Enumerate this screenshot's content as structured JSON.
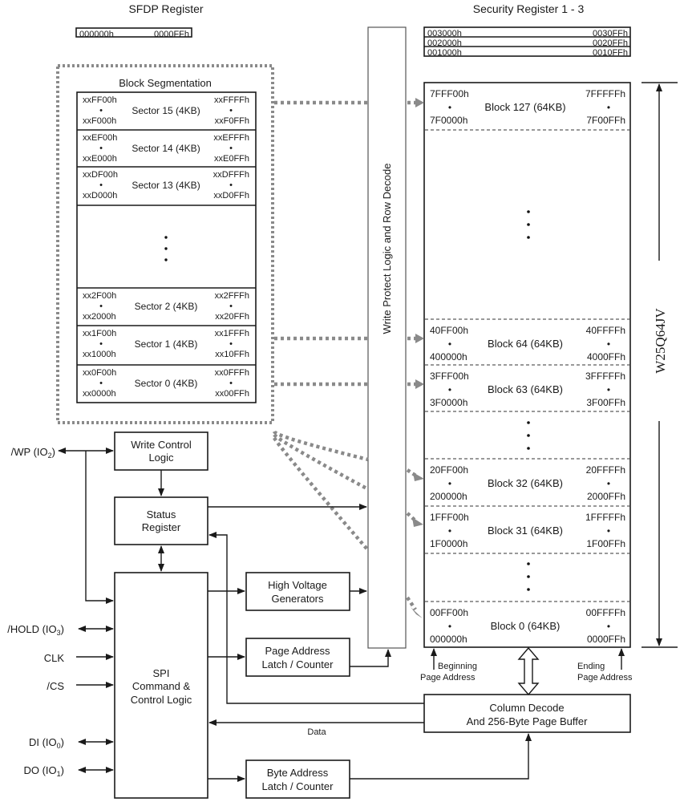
{
  "sfdp": {
    "title": "SFDP Register",
    "start": "000000h",
    "end": "0000FFh"
  },
  "security": {
    "title": "Security Register 1 - 3",
    "rows": [
      {
        "start": "003000h",
        "end": "0030FFh"
      },
      {
        "start": "002000h",
        "end": "0020FFh"
      },
      {
        "start": "001000h",
        "end": "0010FFh"
      }
    ]
  },
  "block_segmentation": {
    "title": "Block Segmentation",
    "sectors": [
      {
        "label": "Sector 15 (4KB)",
        "tl": "xxFF00h",
        "bl": "xxF000h",
        "tr": "xxFFFFh",
        "br": "xxF0FFh"
      },
      {
        "label": "Sector 14 (4KB)",
        "tl": "xxEF00h",
        "bl": "xxE000h",
        "tr": "xxEFFFh",
        "br": "xxE0FFh"
      },
      {
        "label": "Sector 13 (4KB)",
        "tl": "xxDF00h",
        "bl": "xxD000h",
        "tr": "xxDFFFh",
        "br": "xxD0FFh"
      },
      {
        "label": "Sector 2 (4KB)",
        "tl": "xx2F00h",
        "bl": "xx2000h",
        "tr": "xx2FFFh",
        "br": "xx20FFh"
      },
      {
        "label": "Sector 1 (4KB)",
        "tl": "xx1F00h",
        "bl": "xx1000h",
        "tr": "xx1FFFh",
        "br": "xx10FFh"
      },
      {
        "label": "Sector 0 (4KB)",
        "tl": "xx0F00h",
        "bl": "xx0000h",
        "tr": "xx0FFFh",
        "br": "xx00FFh"
      }
    ],
    "bullet": "•"
  },
  "memory_array": {
    "chip_name": "W25Q64JV",
    "blocks": [
      {
        "label": "Block 127 (64KB)",
        "tl": "7FFF00h",
        "bl": "7F0000h",
        "tr": "7FFFFFh",
        "br": "7F00FFh"
      },
      {
        "label": "Block 64 (64KB)",
        "tl": "40FF00h",
        "bl": "400000h",
        "tr": "40FFFFh",
        "br": "4000FFh"
      },
      {
        "label": "Block 63 (64KB)",
        "tl": "3FFF00h",
        "bl": "3F0000h",
        "tr": "3FFFFFh",
        "br": "3F00FFh"
      },
      {
        "label": "Block 32 (64KB)",
        "tl": "20FF00h",
        "bl": "200000h",
        "tr": "20FFFFh",
        "br": "2000FFh"
      },
      {
        "label": "Block 31 (64KB)",
        "tl": "1FFF00h",
        "bl": "1F0000h",
        "tr": "1FFFFFh",
        "br": "1F00FFh"
      },
      {
        "label": "Block 0 (64KB)",
        "tl": "00FF00h",
        "bl": "000000h",
        "tr": "00FFFFh",
        "br": "0000FFh"
      }
    ],
    "beginning_page_address": [
      "Beginning",
      "Page Address"
    ],
    "ending_page_address": [
      "Ending",
      "Page Address"
    ]
  },
  "row_decode": {
    "label": "Write Protect Logic and Row Decode"
  },
  "blocks": {
    "write_control": [
      "Write Control",
      "Logic"
    ],
    "status_register": [
      "Status",
      "Register"
    ],
    "spi_control": [
      "SPI",
      "Command &",
      "Control Logic"
    ],
    "high_voltage": [
      "High Voltage",
      "Generators"
    ],
    "page_address_latch": [
      "Page Address",
      "Latch / Counter"
    ],
    "byte_address_latch": [
      "Byte Address",
      "Latch / Counter"
    ],
    "column_decode": [
      "Column Decode",
      "And 256-Byte Page Buffer"
    ]
  },
  "pins": {
    "wp": {
      "name": "/WP (IO",
      "sub": "2",
      "close": ")"
    },
    "hold": {
      "name": "/HOLD (IO",
      "sub": "3",
      "close": ")"
    },
    "clk": {
      "name": "CLK"
    },
    "cs": {
      "name": "/CS"
    },
    "di": {
      "name": "DI (IO",
      "sub": "0",
      "close": ")"
    },
    "do": {
      "name": "DO (IO",
      "sub": "1",
      "close": ")"
    }
  },
  "signals": {
    "data": "Data"
  }
}
